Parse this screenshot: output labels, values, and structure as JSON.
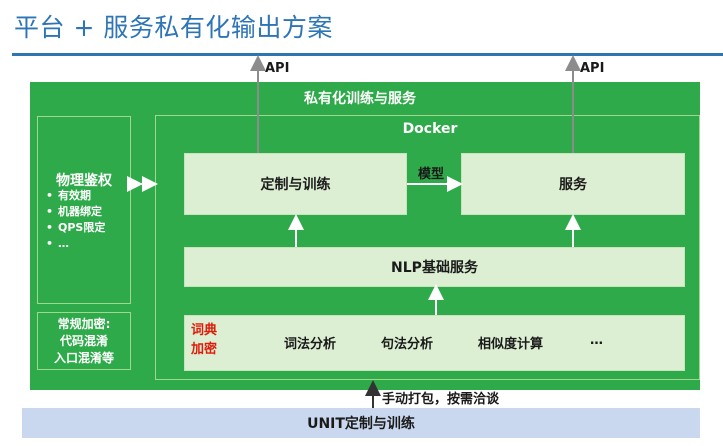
{
  "title": "平台 + 服务私有化输出方案",
  "outer": {
    "title": "私有化训练与服务"
  },
  "docker": {
    "title": "Docker"
  },
  "api_labels": [
    "API",
    "API"
  ],
  "physical_auth": {
    "title": "物理鉴权",
    "items": [
      "有效期",
      "机器绑定",
      "QPS限定",
      "…"
    ]
  },
  "encryption": {
    "lines": [
      "常规加密:",
      "代码混淆",
      "入口混淆等"
    ]
  },
  "boxes": {
    "train": "定制与训练",
    "serve": "服务",
    "model_label": "模型",
    "nlp": "NLP基础服务"
  },
  "lexicon": {
    "tag_lines": [
      "词典",
      "加密"
    ],
    "items": [
      "词法分析",
      "句法分析",
      "相似度计算",
      "…"
    ]
  },
  "note": "手动打包，按需洽谈",
  "unit_bar": "UNIT定制与训练",
  "colors": {
    "title_blue": "#2e75b6",
    "green": "#2eaa4a",
    "light_green": "#dcefd2",
    "unit_blue": "#c9d8ee",
    "red_text": "#e01b0a"
  }
}
